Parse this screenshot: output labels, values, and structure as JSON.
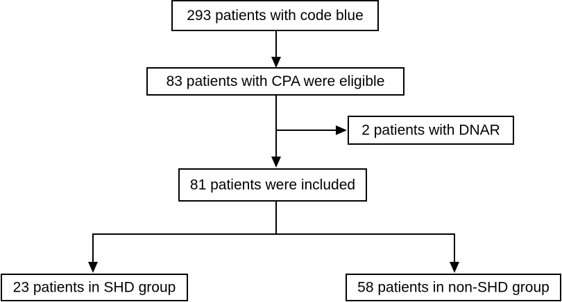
{
  "flowchart": {
    "nodes": [
      {
        "id": "code_blue",
        "label": "293 patients with code blue"
      },
      {
        "id": "eligible",
        "label": "83 patients with CPA were eligible"
      },
      {
        "id": "dnar",
        "label": "2 patients with DNAR"
      },
      {
        "id": "included",
        "label": "81 patients were included"
      },
      {
        "id": "shd",
        "label": "23 patients in SHD group"
      },
      {
        "id": "non_shd",
        "label": "58 patients in non-SHD group"
      }
    ],
    "edges": [
      {
        "from": "code_blue",
        "to": "eligible"
      },
      {
        "from": "eligible",
        "to": "dnar"
      },
      {
        "from": "eligible",
        "to": "included"
      },
      {
        "from": "included",
        "to": "shd"
      },
      {
        "from": "included",
        "to": "non_shd"
      }
    ]
  }
}
